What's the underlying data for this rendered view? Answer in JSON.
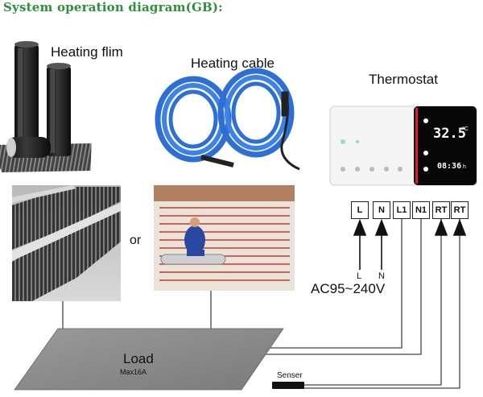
{
  "title": "System operation diagram(GB):",
  "products": {
    "film_label": "Heating flim",
    "cable_label": "Heating cable",
    "thermostat_label": "Thermostat",
    "or_label": "or"
  },
  "thermostat_display": {
    "temperature": "32.5",
    "unit": "°C",
    "clock": "08:36",
    "clock_suffix": "h"
  },
  "terminals": [
    "L",
    "N",
    "L1",
    "N1",
    "RT",
    "RT"
  ],
  "supply": {
    "l_label": "L",
    "n_label": "N",
    "voltage": "AC95~240V"
  },
  "load": {
    "label": "Load",
    "rating": "Max16A"
  },
  "sensor": {
    "label": "Senser"
  },
  "colors": {
    "title": "#2f8f3a",
    "cable": "#2e6fd6",
    "load": "#8a8a8a"
  }
}
